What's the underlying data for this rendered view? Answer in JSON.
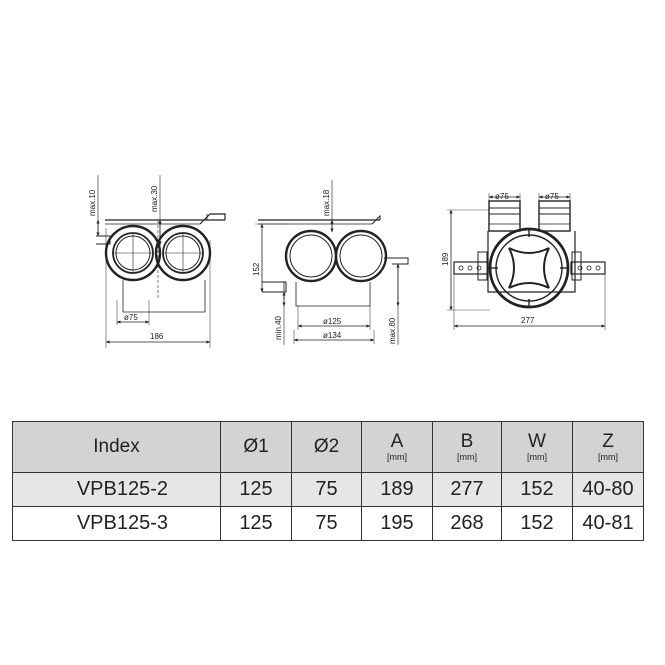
{
  "drawings": {
    "left": {
      "dims": {
        "max_top_left": "max.10",
        "max_top_right": "max.30",
        "diameter": "ø75",
        "width": "186"
      }
    },
    "middle": {
      "dims": {
        "max_top": "max.18",
        "height_left": "152",
        "min_bottom": "min.40",
        "diameter_small": "ø125",
        "diameter_large": "ø134",
        "max_right": "max.80"
      }
    },
    "right": {
      "dims": {
        "diameter_left": "ø75",
        "diameter_right": "ø75",
        "height": "189",
        "width": "277"
      }
    }
  },
  "table": {
    "headers": [
      {
        "label": "Index",
        "unit": ""
      },
      {
        "label": "Ø1",
        "unit": ""
      },
      {
        "label": "Ø2",
        "unit": ""
      },
      {
        "label": "A",
        "unit": "[mm]"
      },
      {
        "label": "B",
        "unit": "[mm]"
      },
      {
        "label": "W",
        "unit": "[mm]"
      },
      {
        "label": "Z",
        "unit": "[mm]"
      }
    ],
    "rows": [
      [
        "VPB125-2",
        "125",
        "75",
        "189",
        "277",
        "152",
        "40-80"
      ],
      [
        "VPB125-3",
        "125",
        "75",
        "195",
        "268",
        "152",
        "40-81"
      ]
    ]
  }
}
